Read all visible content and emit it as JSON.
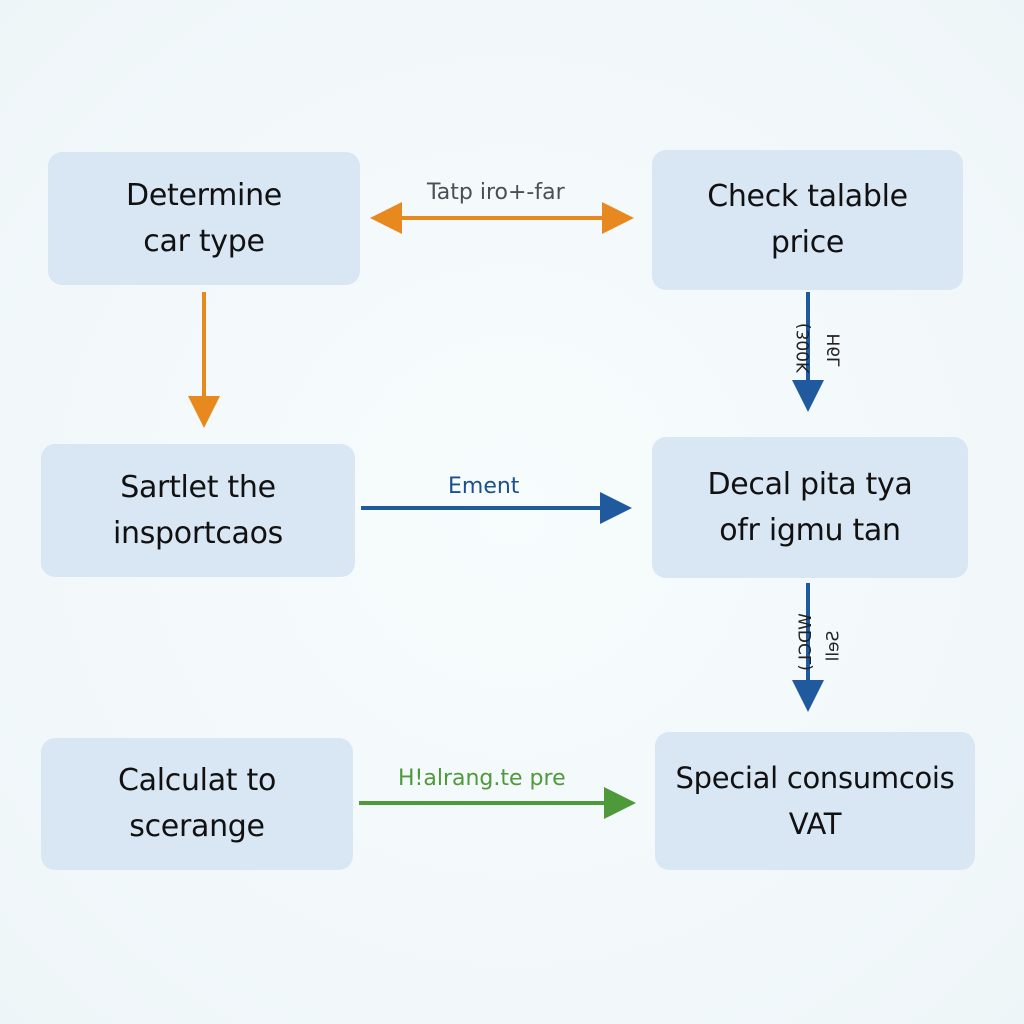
{
  "nodes": [
    {
      "id": "n1",
      "line1": "Determine",
      "line2": "car type"
    },
    {
      "id": "n2",
      "line1": "Check talable",
      "line2": "price"
    },
    {
      "id": "n3",
      "line1": "Sartlet the",
      "line2": "insportcaos"
    },
    {
      "id": "n4",
      "line1": "Decal pita tya",
      "line2": "ofr igmu tan"
    },
    {
      "id": "n5",
      "line1": "Calculat to",
      "line2": "scerange"
    },
    {
      "id": "n6",
      "line1": "Special consumcois",
      "line2": "VAT"
    }
  ],
  "edges": [
    {
      "from": "n1",
      "to": "n2",
      "label": "Tatp iro+-far",
      "color": "#e8891f",
      "bidirectional": true
    },
    {
      "from": "n1",
      "to": "n3",
      "label": "",
      "color": "#e8891f",
      "bidirectional": false
    },
    {
      "from": "n2",
      "to": "n4",
      "label_left": "(300K",
      "label_right": "H6L",
      "color": "#1f5a9e",
      "bidirectional": false
    },
    {
      "from": "n3",
      "to": "n4",
      "label": "Ement",
      "color": "#1f5a9e",
      "bidirectional": false
    },
    {
      "from": "n4",
      "to": "n6",
      "label_left": "WDCL)",
      "label_right": "Sell",
      "color": "#1f5a9e",
      "bidirectional": false
    },
    {
      "from": "n5",
      "to": "n6",
      "label": "H!alrang.te pre",
      "color": "#4e9a3a",
      "bidirectional": false
    }
  ],
  "colors": {
    "node_fill": "#d9e6f4",
    "orange": "#e8891f",
    "blue": "#1f5a9e",
    "green": "#4e9a3a"
  }
}
